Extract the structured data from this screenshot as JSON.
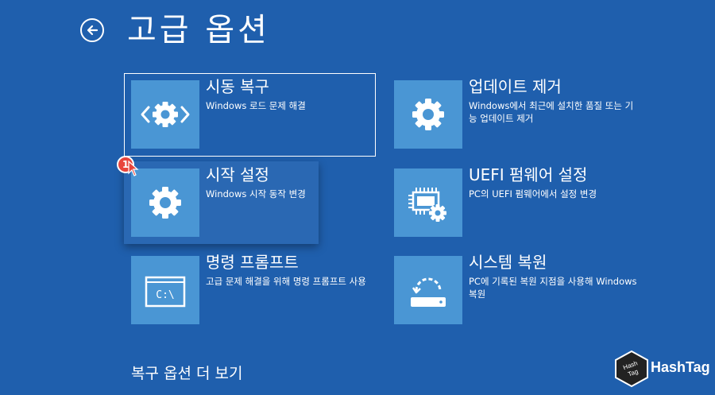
{
  "header": {
    "title": "고급 옵션",
    "back_icon": "back-arrow-icon"
  },
  "options": [
    {
      "id": "startup-repair",
      "title": "시동 복구",
      "description": "Windows 로드 문제 해결",
      "icon": "startup-repair-gear-icon",
      "state": "focused"
    },
    {
      "id": "uninstall-updates",
      "title": "업데이트 제거",
      "description": "Windows에서 최근에 설치한 품질 또는 기능 업데이트 제거",
      "icon": "gear-icon",
      "state": "normal"
    },
    {
      "id": "startup-settings",
      "title": "시작 설정",
      "description": "Windows 시작 동작 변경",
      "icon": "gear-icon",
      "state": "hovered"
    },
    {
      "id": "uefi-firmware",
      "title": "UEFI 펌웨어 설정",
      "description": "PC의 UEFI 펌웨어에서 설정 변경",
      "icon": "firmware-chip-gear-icon",
      "state": "normal"
    },
    {
      "id": "command-prompt",
      "title": "명령 프롬프트",
      "description": "고급 문제 해결을 위해 명령 프롬프트 사용",
      "icon": "command-prompt-icon",
      "state": "normal"
    },
    {
      "id": "system-restore",
      "title": "시스템 복원",
      "description": "PC에 기록된 복원 지점을 사용해 Windows 복원",
      "icon": "system-restore-icon",
      "state": "normal"
    }
  ],
  "footer": {
    "more_options": "복구 옵션 더 보기"
  },
  "annotation": {
    "step_number": "1"
  },
  "watermark": {
    "text": "HashTag",
    "logo_letters": "Hash Tag"
  },
  "colors": {
    "background": "#1f5fad",
    "tile_icon_bg": "#4a96d4",
    "badge": "#e8453c"
  }
}
